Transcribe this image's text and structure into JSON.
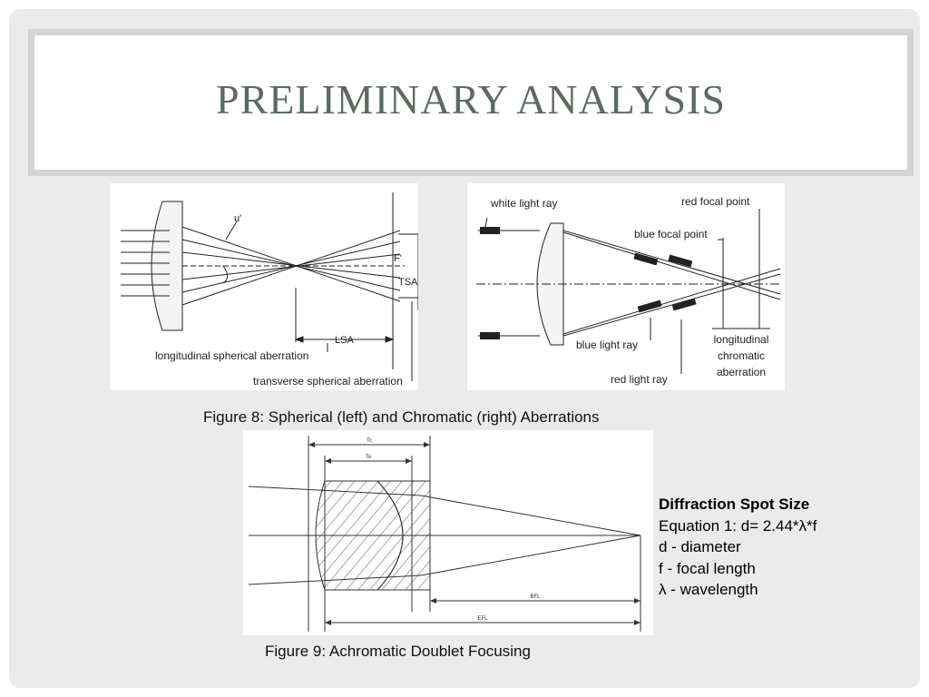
{
  "slide": {
    "title": "PRELIMINARY ANALYSIS",
    "figure8": {
      "caption": "Figure 8: Spherical (left) and Chromatic (right) Aberrations",
      "left_labels": {
        "u": "u'",
        "f": "F'",
        "tsa": "TSA",
        "lsa": "LSA",
        "longitudinal": "longitudinal spherical aberration",
        "transverse": "transverse spherical aberration"
      },
      "right_labels": {
        "white_ray": "white light ray",
        "red_focal": "red focal point",
        "blue_focal": "blue focal point",
        "blue_ray": "blue light ray",
        "red_ray": "red light ray",
        "lca_1": "longitudinal",
        "lca_2": "chromatic",
        "lca_3": "aberration"
      }
    },
    "figure9": {
      "caption": "Figure 9: Achromatic Doublet Focusing",
      "labels": {
        "tc": "Tc",
        "te": "Te",
        "bfl": "BFL",
        "efl": "EFL"
      }
    },
    "notes": {
      "heading": "Diffraction Spot Size",
      "lines": [
        "Equation 1: d= 2.44*λ*f",
        "d - diameter",
        "f - focal length",
        "λ - wavelength"
      ]
    }
  }
}
